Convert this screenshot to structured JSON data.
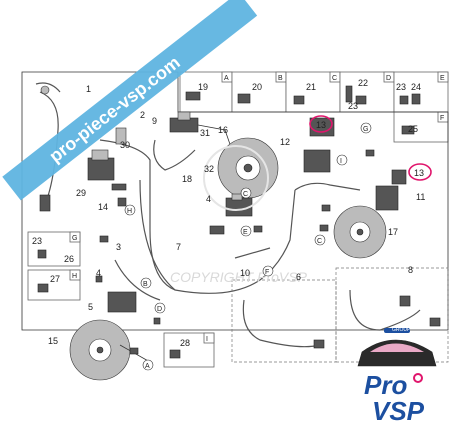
{
  "banner": {
    "text": "pro-piece-vsp.com"
  },
  "watermark": {
    "text": "COPYRIGHT ProVSP"
  },
  "callouts": {
    "c1": "1",
    "c2": "2",
    "c3": "3",
    "c4": "4",
    "c4b": "4",
    "c5": "5",
    "c6": "6",
    "c7": "7",
    "c8": "8",
    "c9": "9",
    "c10": "10",
    "c11": "11",
    "c12": "12",
    "c13a": "13",
    "c13b": "13",
    "c14": "14",
    "c15": "15",
    "c16": "16",
    "c17": "17",
    "c18": "18",
    "c29": "29",
    "c30": "30",
    "c31": "31",
    "c32": "32"
  },
  "ref_letters": {
    "A1": "A",
    "B1": "B",
    "C1": "C",
    "C2": "C",
    "D1": "D",
    "E1": "E",
    "F1": "F",
    "G1": "G",
    "H1": "H",
    "I1": "I"
  },
  "legend_boxes": {
    "A": {
      "letter": "A",
      "parts": [
        "19"
      ]
    },
    "B": {
      "letter": "B",
      "parts": [
        "20"
      ]
    },
    "C": {
      "letter": "C",
      "parts": [
        "21"
      ]
    },
    "D": {
      "letter": "D",
      "parts": [
        "22",
        "23"
      ]
    },
    "E": {
      "letter": "E",
      "parts": [
        "23",
        "24"
      ]
    },
    "F": {
      "letter": "F",
      "parts": [
        "25"
      ]
    },
    "G": {
      "letter": "G",
      "parts": [
        "23",
        "26"
      ]
    },
    "H": {
      "letter": "H",
      "parts": [
        "27"
      ]
    },
    "I": {
      "letter": "I",
      "parts": [
        "28"
      ]
    }
  },
  "logo": {
    "line1": "Pro",
    "line2": "VSP",
    "badge": "GROUP"
  },
  "colors": {
    "highlight": "#e0156c",
    "banner": "#5fb4e0",
    "logo_blue": "#1c4fa0",
    "logo_pink": "#e0156c"
  }
}
